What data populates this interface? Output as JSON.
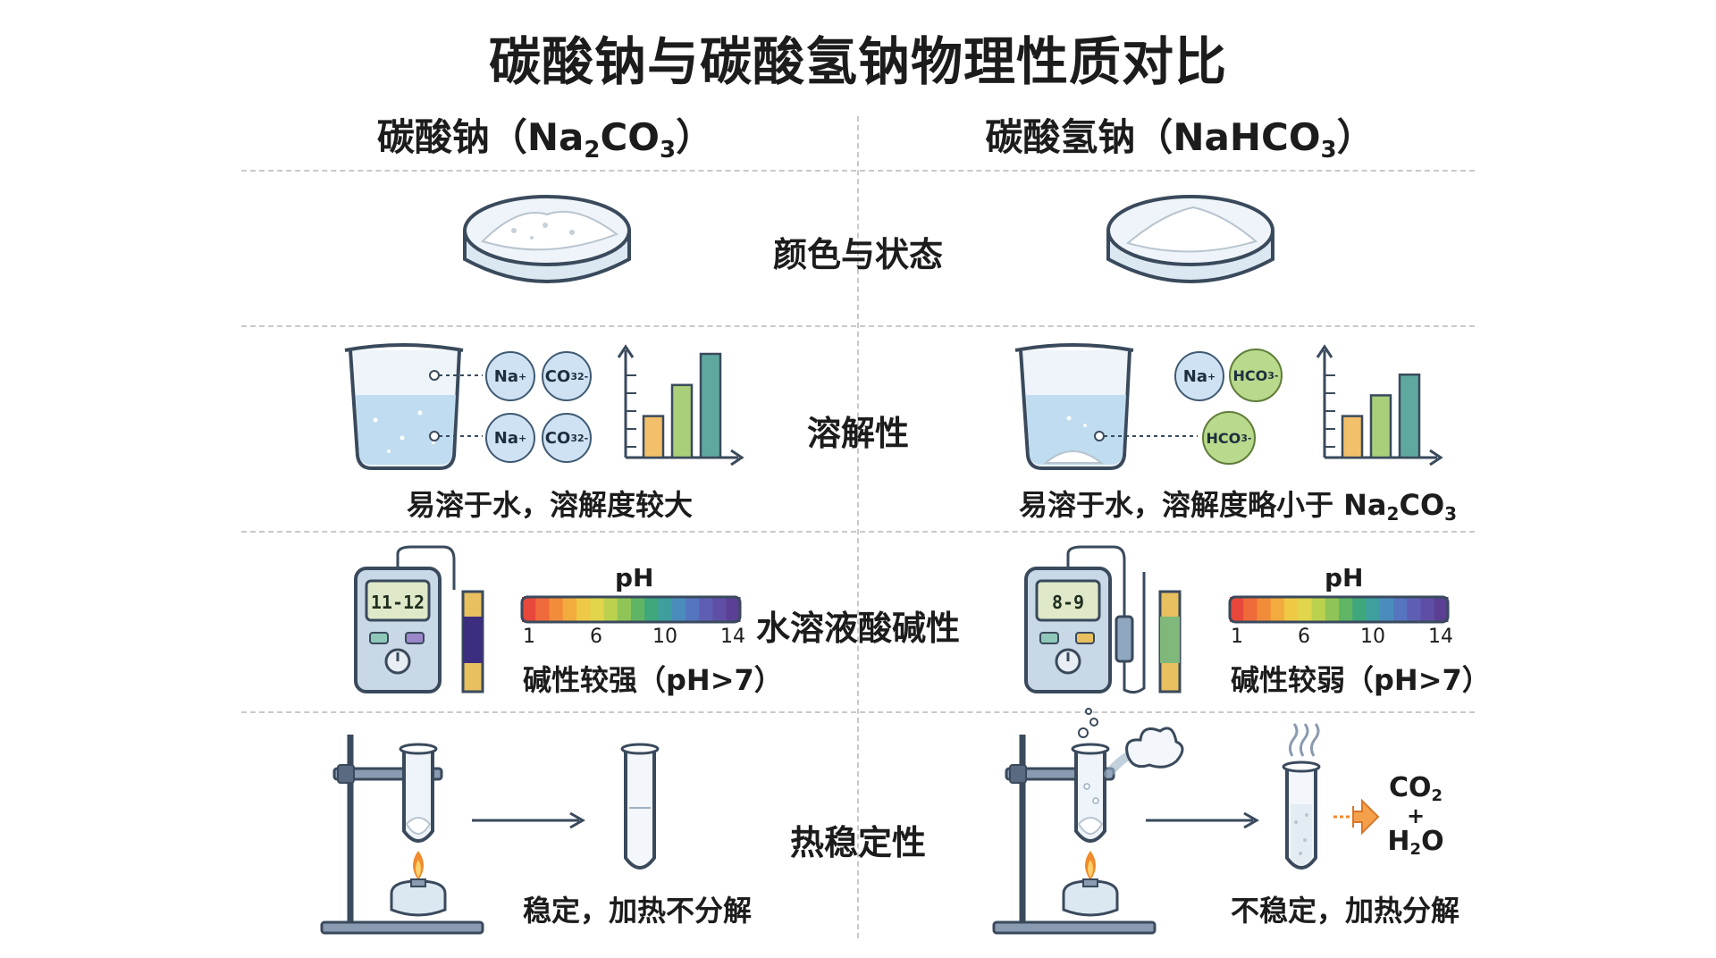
{
  "title": "碳酸钠与碳酸氢钠物理性质对比",
  "columns": {
    "left": {
      "name": "碳酸钠（Na",
      "sub1": "2",
      "mid": "CO",
      "sub2": "3",
      "end": "）"
    },
    "right": {
      "name": "碳酸氢钠（NaHCO",
      "sub1": "3",
      "end": "）"
    }
  },
  "rows": {
    "color_state": "颜色与状态",
    "solubility": "溶解性",
    "acidity": "水溶液酸碱性",
    "thermal": "热稳定性"
  },
  "solubility": {
    "left_caption": "易溶于水，溶解度较大",
    "right_caption_pre": "易溶于水，溶解度略小于 Na",
    "right_caption_sub1": "2",
    "right_caption_mid": "CO",
    "right_caption_sub2": "3",
    "ions_left": [
      {
        "base": "Na",
        "sup": "+",
        "sub": ""
      },
      {
        "base": "CO",
        "sub": "3",
        "sup": "2-"
      },
      {
        "base": "Na",
        "sup": "+",
        "sub": ""
      },
      {
        "base": "CO",
        "sub": "3",
        "sup": "2-"
      }
    ],
    "ions_right": [
      {
        "base": "Na",
        "sup": "+",
        "sub": ""
      },
      {
        "base": "HCO",
        "sub": "3",
        "sup": "-"
      },
      {
        "base": "HCO",
        "sub": "3",
        "sup": "-"
      }
    ]
  },
  "acidity": {
    "left": {
      "meter_reading": "11-12",
      "caption": "碱性较强（pH>7）"
    },
    "right": {
      "meter_reading": "8-9",
      "caption": "碱性较弱（pH>7）"
    },
    "scale_label": "pH",
    "scale_ticks": [
      "1",
      "6",
      "10",
      "14"
    ],
    "scale_colors": [
      "#e8483c",
      "#ef6a3a",
      "#f28c3a",
      "#f2ab3d",
      "#efc845",
      "#e0d54b",
      "#bcd24f",
      "#8fc457",
      "#5fb564",
      "#3fa77c",
      "#3f9e9e",
      "#4a8dbd",
      "#5675bf",
      "#5e5fb3",
      "#5f4ea5",
      "#5a3f94"
    ]
  },
  "thermal": {
    "left_caption": "稳定，加热不分解",
    "right_caption": "不稳定，加热分解",
    "products": {
      "p1": "CO",
      "p1_sub": "2",
      "plus": "+",
      "p2a": "H",
      "p2_sub": "2",
      "p2b": "O"
    }
  },
  "colors": {
    "outline": "#3a4a5c",
    "glass": "#dbe8f2",
    "water": "#bfdcf0",
    "bar_orange": "#f2c06a",
    "bar_green": "#a9cf7a",
    "bar_teal": "#5fa8a0",
    "flame": "#f08a2c"
  },
  "chart_left": {
    "values": [
      4,
      7,
      10
    ]
  },
  "chart_right": {
    "values": [
      4,
      6,
      8
    ]
  }
}
